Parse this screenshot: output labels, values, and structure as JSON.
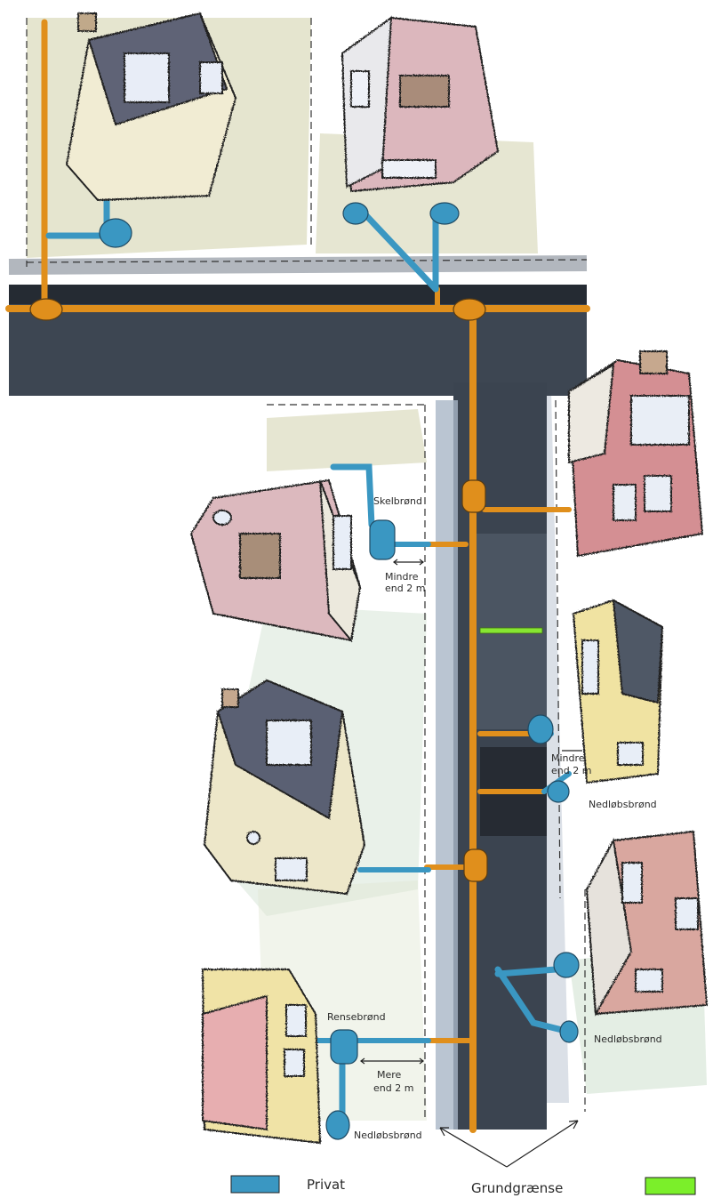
{
  "labels": {
    "skelbrond": "Skelbrønd",
    "mindre_1_line1": "Mindre",
    "mindre_1_line2": "end 2 m",
    "mindre_2_line1": "Mindre",
    "mindre_2_line2": "end 2 m",
    "nedlob_1": "Nedløbsbrønd",
    "nedlob_2": "Nedløbsbrønd",
    "nedlob_3": "Nedløbsbrønd",
    "rensebrond": "Rensebrønd",
    "mere_line1": "Mere",
    "mere_line2": "end 2 m",
    "grundgraense": "Grundgrænse"
  },
  "legend": {
    "privat_label": "Privat",
    "privat_color": "#3a97c2",
    "public_color": "#7bef2a"
  },
  "colors": {
    "public_pipe": "#e08f1c",
    "private_pipe": "#3a97c2",
    "road": "#3a4350",
    "lawn": "#d7d8bd",
    "green_marker": "#86e632"
  }
}
